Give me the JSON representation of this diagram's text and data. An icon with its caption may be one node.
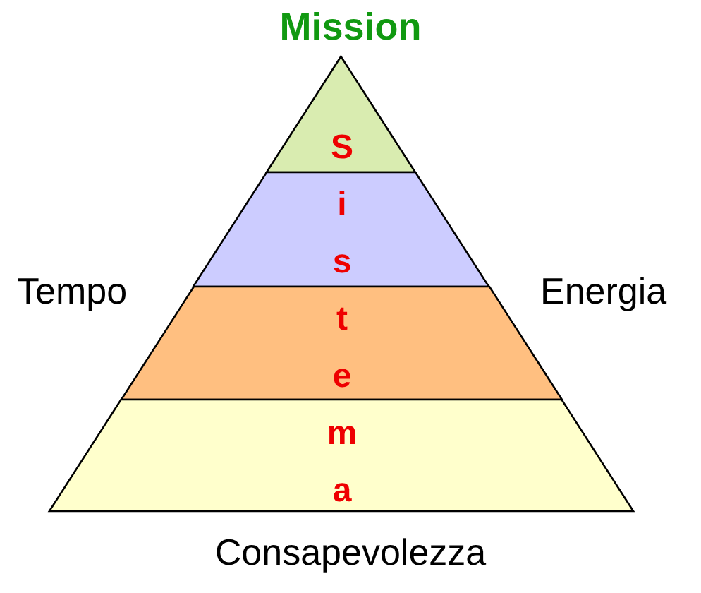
{
  "diagram": {
    "title": "Mission",
    "nodes": [
      {
        "text": [],
        "shape": "triangle"
      },
      {
        "text": [],
        "shape": "trapezoid"
      },
      {
        "text": [],
        "shape": "trapezoid"
      },
      {
        "text": [],
        "shape": "trapezoid"
      }
    ],
    "labels": [
      "Sistema",
      "Tempo",
      "Energia",
      "Consapevolezza"
    ]
  }
}
